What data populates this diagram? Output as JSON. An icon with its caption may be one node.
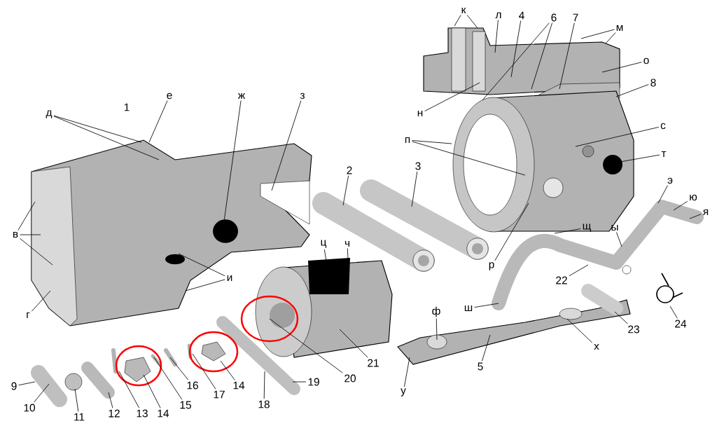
{
  "diagram": {
    "nodes": [
      {
        "text": [
          "к"
        ]
      },
      {
        "text": [
          "л"
        ]
      },
      {
        "text": [
          "4"
        ]
      },
      {
        "text": [
          "6"
        ]
      },
      {
        "text": [
          "7"
        ]
      },
      {
        "text": [
          "м"
        ]
      },
      {
        "text": [
          "о"
        ]
      },
      {
        "text": [
          "8"
        ]
      },
      {
        "text": [
          "д"
        ]
      },
      {
        "text": [
          "е"
        ]
      },
      {
        "text": [
          "ж"
        ]
      },
      {
        "text": [
          "з"
        ]
      },
      {
        "text": [
          "н"
        ]
      },
      {
        "text": [
          "с"
        ]
      },
      {
        "text": [
          "п"
        ]
      },
      {
        "text": [
          "т"
        ]
      },
      {
        "text": [
          "3"
        ]
      },
      {
        "text": [
          "2"
        ]
      },
      {
        "text": [
          "э"
        ]
      },
      {
        "text": [
          "ю"
        ]
      },
      {
        "text": [
          "я"
        ]
      },
      {
        "text": [
          "в"
        ]
      },
      {
        "text": [
          "щ"
        ]
      },
      {
        "text": [
          "ы"
        ]
      },
      {
        "text": [
          "ц"
        ]
      },
      {
        "text": [
          "ч"
        ]
      },
      {
        "text": [
          "р"
        ]
      },
      {
        "text": [
          "и"
        ]
      },
      {
        "text": [
          "22"
        ]
      },
      {
        "text": [
          "ш"
        ]
      },
      {
        "text": [
          "г"
        ]
      },
      {
        "text": [
          "ф"
        ]
      },
      {
        "text": [
          "24"
        ]
      },
      {
        "text": [
          "23"
        ]
      },
      {
        "text": [
          "х"
        ]
      },
      {
        "text": [
          "21"
        ]
      },
      {
        "text": [
          "5"
        ]
      },
      {
        "text": [
          "20"
        ]
      },
      {
        "text": [
          "19"
        ]
      },
      {
        "text": [
          "9"
        ]
      },
      {
        "text": [
          "16"
        ]
      },
      {
        "text": [
          "14"
        ]
      },
      {
        "text": [
          "у"
        ]
      },
      {
        "text": [
          "17"
        ]
      },
      {
        "text": [
          "18"
        ]
      },
      {
        "text": [
          "15"
        ]
      },
      {
        "text": [
          "10"
        ]
      },
      {
        "text": [
          "13"
        ]
      },
      {
        "text": [
          "14"
        ]
      },
      {
        "text": [
          "12"
        ]
      },
      {
        "text": [
          "11"
        ]
      }
    ],
    "edges": [
      {
        "from": 0,
        "to": null,
        "arrow": "none"
      },
      {
        "from": 0,
        "to": null,
        "arrow": "none"
      },
      {
        "from": 1,
        "to": null,
        "arrow": "none"
      },
      {
        "from": 2,
        "to": null,
        "arrow": "none"
      },
      {
        "from": 3,
        "to": null,
        "arrow": "none"
      },
      {
        "from": 3,
        "to": null,
        "arrow": "none"
      },
      {
        "from": 4,
        "to": null,
        "arrow": "none"
      },
      {
        "from": 5,
        "to": null,
        "arrow": "none"
      },
      {
        "from": 5,
        "to": null,
        "arrow": "none"
      },
      {
        "from": 6,
        "to": null,
        "arrow": "none"
      },
      {
        "from": 7,
        "to": null,
        "arrow": "none"
      },
      {
        "from": 8,
        "to": null,
        "arrow": "none"
      },
      {
        "from": 8,
        "to": null,
        "arrow": "none"
      },
      {
        "from": 9,
        "to": null,
        "arrow": "none"
      },
      {
        "from": 10,
        "to": null,
        "arrow": "none"
      },
      {
        "from": 11,
        "to": null,
        "arrow": "none"
      },
      {
        "from": 12,
        "to": null,
        "arrow": "none"
      },
      {
        "from": 13,
        "to": null,
        "arrow": "none"
      },
      {
        "from": 14,
        "to": null,
        "arrow": "none"
      },
      {
        "from": 14,
        "to": null,
        "arrow": "none"
      },
      {
        "from": 15,
        "to": null,
        "arrow": "none"
      },
      {
        "from": 16,
        "to": null,
        "arrow": "none"
      },
      {
        "from": 17,
        "to": null,
        "arrow": "none"
      },
      {
        "from": 18,
        "to": null,
        "arrow": "none"
      },
      {
        "from": 19,
        "to": null,
        "arrow": "none"
      },
      {
        "from": 20,
        "to": null,
        "arrow": "none"
      },
      {
        "from": 21,
        "to": null,
        "arrow": "none"
      },
      {
        "from": 21,
        "to": null,
        "arrow": "none"
      },
      {
        "from": 21,
        "to": null,
        "arrow": "none"
      },
      {
        "from": 22,
        "to": null,
        "arrow": "none"
      },
      {
        "from": 23,
        "to": null,
        "arrow": "none"
      },
      {
        "from": 24,
        "to": null,
        "arrow": "none"
      },
      {
        "from": 25,
        "to": null,
        "arrow": "none"
      },
      {
        "from": 26,
        "to": null,
        "arrow": "none"
      },
      {
        "from": 27,
        "to": null,
        "arrow": "none"
      },
      {
        "from": 27,
        "to": null,
        "arrow": "none"
      },
      {
        "from": 28,
        "to": null,
        "arrow": "none"
      },
      {
        "from": 29,
        "to": null,
        "arrow": "none"
      },
      {
        "from": 30,
        "to": null,
        "arrow": "none"
      },
      {
        "from": 31,
        "to": null,
        "arrow": "none"
      },
      {
        "from": 32,
        "to": null,
        "arrow": "none"
      },
      {
        "from": 33,
        "to": null,
        "arrow": "none"
      },
      {
        "from": 34,
        "to": null,
        "arrow": "none"
      },
      {
        "from": 35,
        "to": null,
        "arrow": "none"
      },
      {
        "from": 36,
        "to": null,
        "arrow": "none"
      },
      {
        "from": 37,
        "to": null,
        "arrow": "none"
      },
      {
        "from": 38,
        "to": null,
        "arrow": "none"
      },
      {
        "from": 39,
        "to": null,
        "arrow": "none"
      },
      {
        "from": 40,
        "to": null,
        "arrow": "none"
      },
      {
        "from": 41,
        "to": null,
        "arrow": "none"
      },
      {
        "from": 42,
        "to": null,
        "arrow": "none"
      },
      {
        "from": 43,
        "to": null,
        "arrow": "none"
      },
      {
        "from": 44,
        "to": null,
        "arrow": "none"
      },
      {
        "from": 45,
        "to": null,
        "arrow": "none"
      },
      {
        "from": 46,
        "to": null,
        "arrow": "none"
      },
      {
        "from": 47,
        "to": null,
        "arrow": "none"
      },
      {
        "from": 48,
        "to": null,
        "arrow": "none"
      },
      {
        "from": 49,
        "to": null,
        "arrow": "none"
      },
      {
        "from": 50,
        "to": null,
        "arrow": "none"
      }
    ],
    "labels": [
      "1"
    ]
  }
}
